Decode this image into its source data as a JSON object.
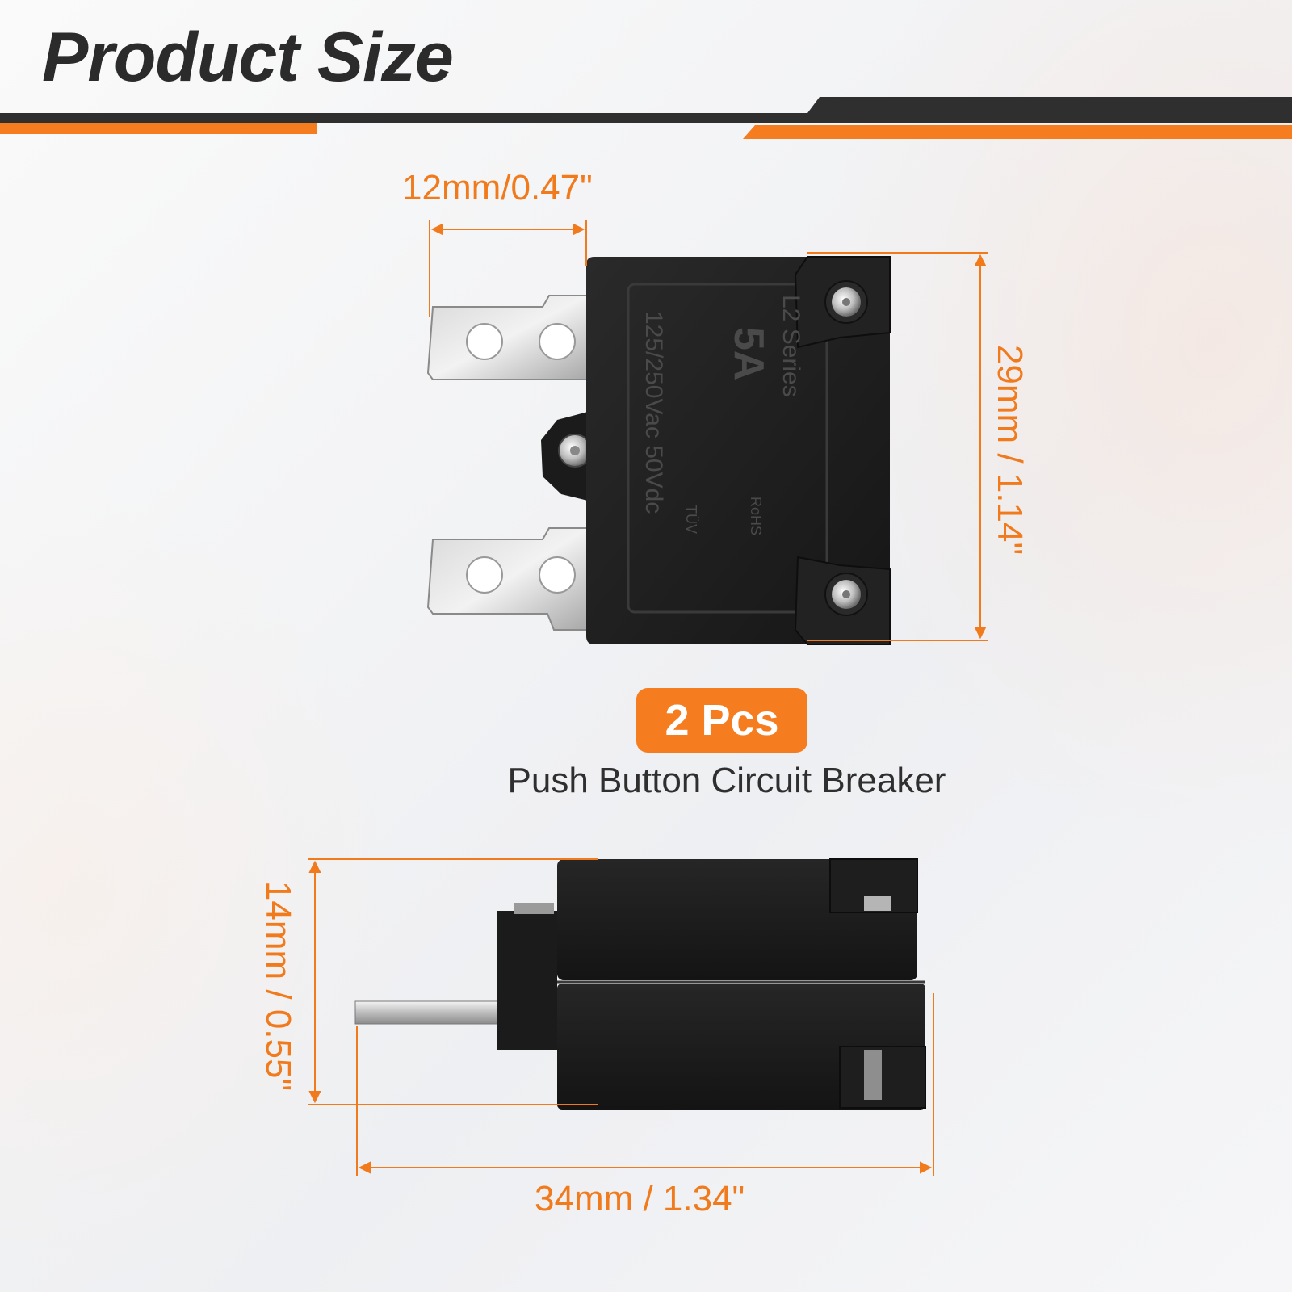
{
  "header": {
    "title": "Product Size",
    "accent_color": "#f57c1f",
    "bar_color": "#2f2f2f"
  },
  "top_view": {
    "width_label": "12mm/0.47\"",
    "height_label": "29mm / 1.14\"",
    "marking": {
      "series": "L2 Series",
      "rating": "5A",
      "voltage": "125/250Vac 50Vdc",
      "rohs": "RoHS",
      "tuv": "TÜV"
    }
  },
  "product": {
    "count_badge": "2 Pcs",
    "name": "Push Button Circuit Breaker"
  },
  "side_view": {
    "height_label": "14mm / 0.55\"",
    "length_label": "34mm / 1.34\""
  }
}
